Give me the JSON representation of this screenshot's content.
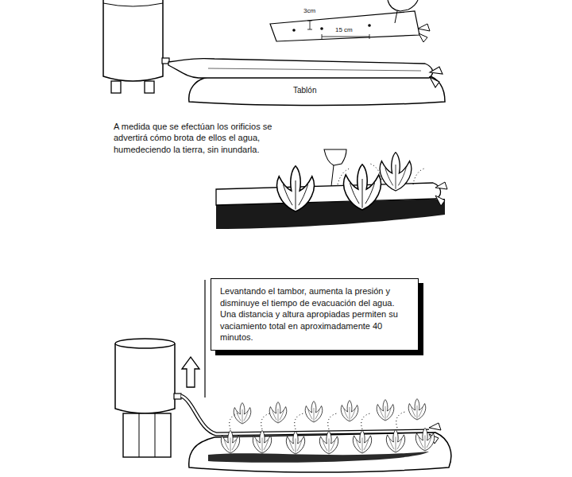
{
  "diagram": {
    "nodes": [
      {
        "text": [
          "Levantando el tambor, aumenta la presión y disminuye el tiempo de evacuación del agua. Una distancia y altura apropiadas permiten su vaciamiento total en aproximadamente 40 minutos."
        ]
      }
    ],
    "labels": [
      "3cm",
      "15 cm",
      "Tablón",
      "A medida que se efectúan los orificios se advertirá cómo brota de ellos el agua, humedeciendo la tierra, sin inundarla."
    ]
  }
}
